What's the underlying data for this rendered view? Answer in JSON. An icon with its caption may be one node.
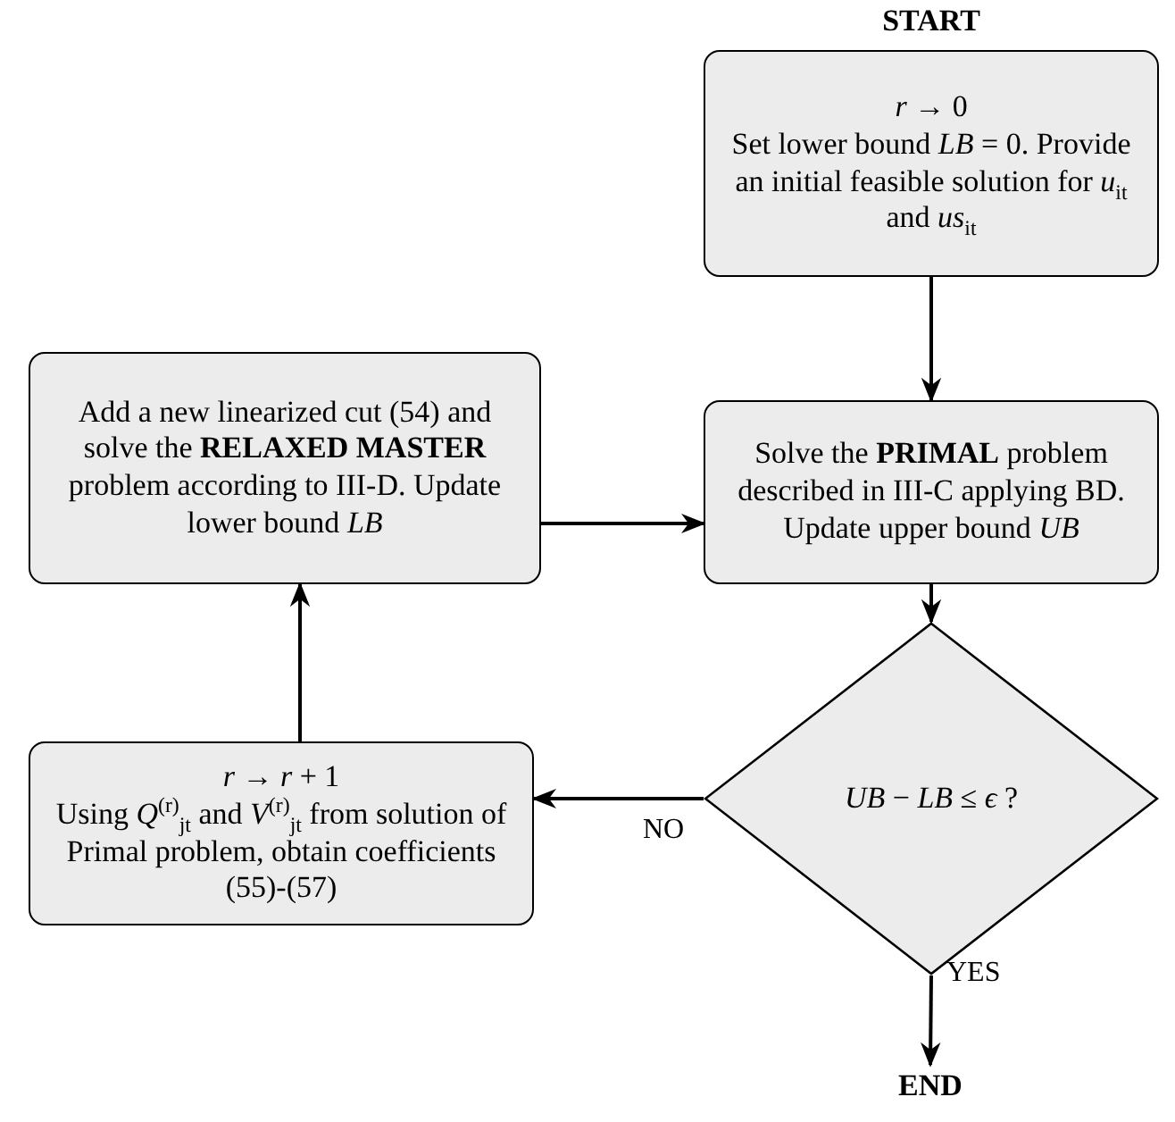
{
  "diagram": {
    "nodes": [
      {
        "text": [
          "START",
          "*r* → 0",
          "Set lower bound *LB* = 0. Provide an initial feasible solution for *u*$_{it}$ and *us*$_{it}$"
        ]
      },
      {
        "text": [
          "Solve the **PRIMAL** problem described in III-C applying BD. Update upper bound *UB*"
        ]
      },
      {
        "text": [
          "Add a new linearized cut (54) and solve the **RELAXED MASTER** problem according to III-D. Update lower bound *LB*"
        ]
      },
      {
        "text": [
          "*UB* − *LB* ≤ *ϵ* ?"
        ]
      },
      {
        "text": [
          "*r* → *r* + 1",
          "Using *Q*$^{(r)}$$_{jt}$ and *V*$^{(r)}$$_{jt}$ from solution of Primal problem, obtain coefficients (55)-(57)"
        ]
      },
      {
        "text": [
          "END"
        ]
      }
    ],
    "edges": [
      {
        "from": 0,
        "to": 1,
        "arrow": "to"
      },
      {
        "from": 1,
        "to": 3,
        "arrow": "to"
      },
      {
        "from": 3,
        "to": 4,
        "arrow": "to",
        "label": "NO"
      },
      {
        "from": 4,
        "to": 2,
        "arrow": "to"
      },
      {
        "from": 2,
        "to": 1,
        "arrow": "to"
      },
      {
        "from": 3,
        "to": 5,
        "arrow": "to",
        "label": "YES"
      }
    ]
  }
}
